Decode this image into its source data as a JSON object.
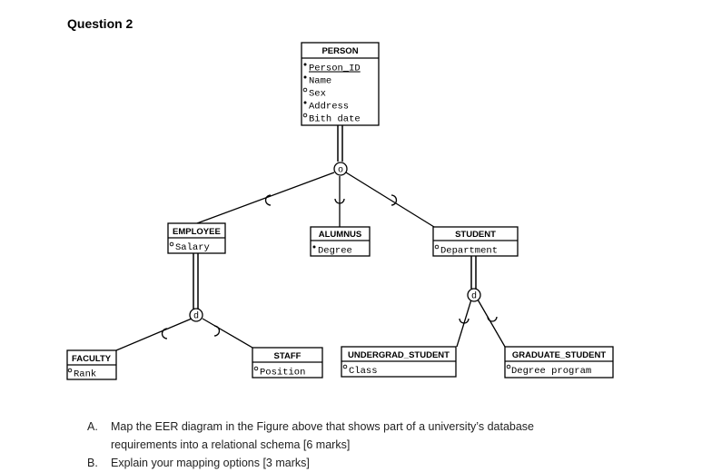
{
  "heading": "Question 2",
  "entities": {
    "person": {
      "title": "PERSON",
      "attributes": [
        "Person_ID",
        "Name",
        "Sex",
        "Address",
        "Bith date"
      ]
    },
    "employee": {
      "title": "EMPLOYEE",
      "attributes": [
        "Salary"
      ]
    },
    "alumnus": {
      "title": "ALUMNUS",
      "attributes": [
        "Degree"
      ]
    },
    "student": {
      "title": "STUDENT",
      "attributes": [
        "Department"
      ]
    },
    "faculty": {
      "title": "FACULTY",
      "attributes": [
        "Rank"
      ]
    },
    "staff": {
      "title": "STAFF",
      "attributes": [
        "Position"
      ]
    },
    "undergrad_student": {
      "title": "UNDERGRAD_STUDENT",
      "attributes": [
        "Class"
      ]
    },
    "graduate_student": {
      "title": "GRADUATE_STUDENT",
      "attributes": [
        "Degree program"
      ]
    }
  },
  "specializations": {
    "person": {
      "label": "o"
    },
    "employee": {
      "label": "d"
    },
    "student": {
      "label": "d"
    }
  },
  "questions": [
    {
      "letter": "A.",
      "text": "Map the EER diagram in the Figure above that shows part of a university’s database",
      "text2": "requirements into a relational schema [6 marks]"
    },
    {
      "letter": "B.",
      "text": "Explain your mapping options [3 marks]"
    }
  ]
}
